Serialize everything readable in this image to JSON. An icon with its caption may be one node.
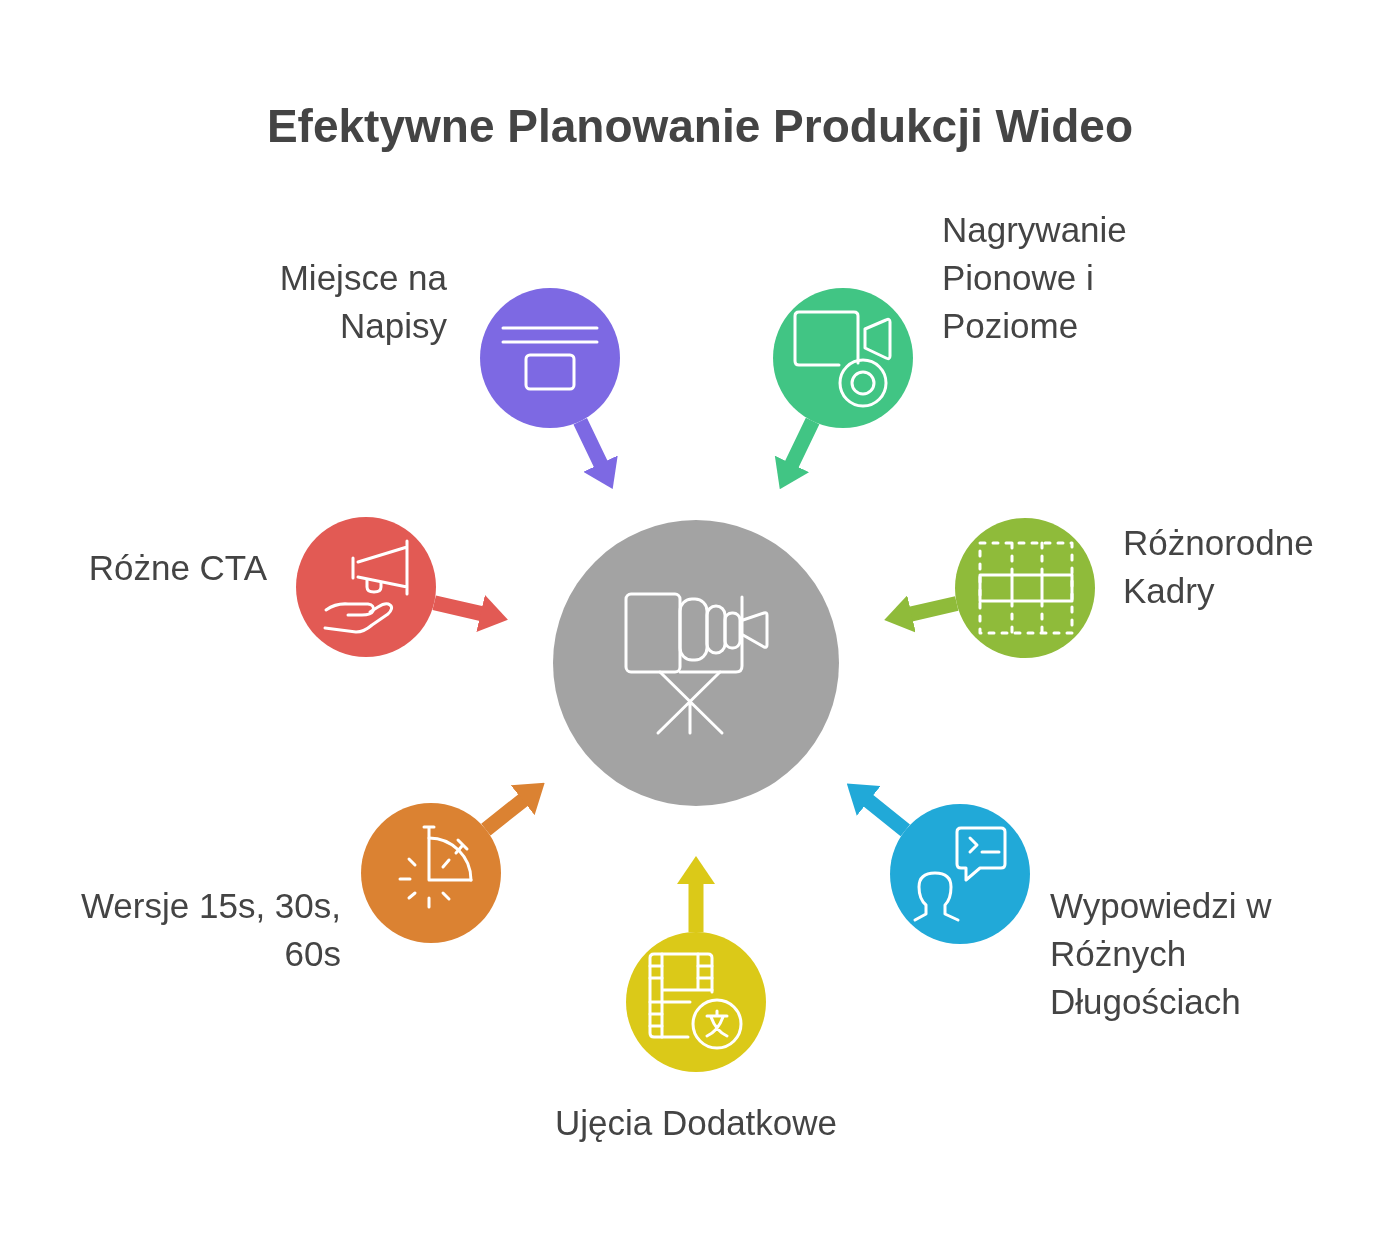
{
  "diagram": {
    "title": "Efektywne Planowanie Produkcji Wideo",
    "nodes": [
      {
        "text": [],
        "shape": "circle"
      },
      {
        "text": [],
        "shape": "circle",
        "beside": [
          "Miejsce na Napisy"
        ]
      },
      {
        "text": [],
        "shape": "circle",
        "beside": [
          "Nagrywanie Pionowe i Poziome"
        ]
      },
      {
        "text": [],
        "shape": "circle",
        "beside": [
          "Różne CTA"
        ]
      },
      {
        "text": [],
        "shape": "circle",
        "beside": [
          "Różnorodne Kadry"
        ]
      },
      {
        "text": [],
        "shape": "circle",
        "beside": [
          "Wersje 15s, 30s, 60s"
        ]
      },
      {
        "text": [],
        "shape": "circle",
        "beside": [
          "Wypowiedzi w Różnych Długościach"
        ]
      },
      {
        "text": [],
        "shape": "circle",
        "beside": [
          "Ujęcia Dodatkowe"
        ]
      }
    ],
    "edges": [
      {
        "from": 1,
        "to": 0,
        "arrow": "to",
        "color": "#7d69e3"
      },
      {
        "from": 2,
        "to": 0,
        "arrow": "to",
        "color": "#41c584"
      },
      {
        "from": 3,
        "to": 0,
        "arrow": "to",
        "color": "#e25a54"
      },
      {
        "from": 4,
        "to": 0,
        "arrow": "to",
        "color": "#8fbb3a"
      },
      {
        "from": 5,
        "to": 0,
        "arrow": "to",
        "color": "#db8232"
      },
      {
        "from": 6,
        "to": 0,
        "arrow": "to",
        "color": "#21a9d8"
      },
      {
        "from": 7,
        "to": 0,
        "arrow": "to",
        "color": "#dbc918"
      }
    ]
  }
}
